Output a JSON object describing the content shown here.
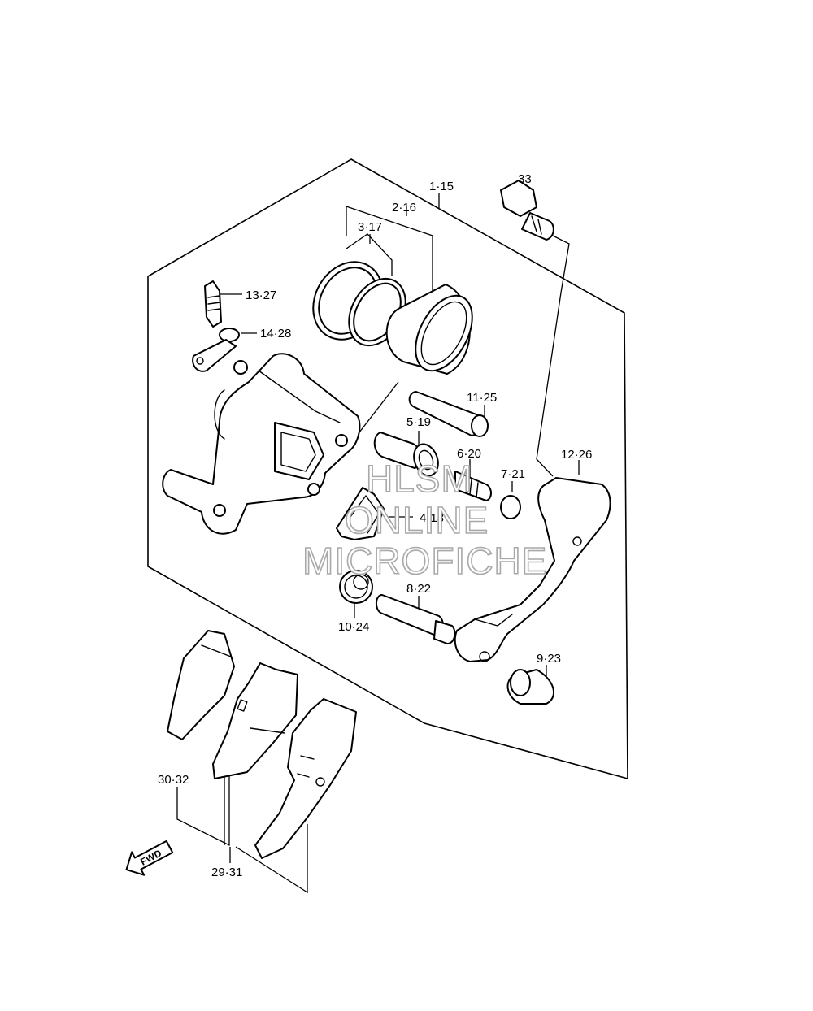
{
  "labels": {
    "l1": "1·15",
    "l2": "2·16",
    "l3": "3·17",
    "l4": "4·18",
    "l5": "5·19",
    "l6": "6·20",
    "l7": "7·21",
    "l8": "8·22",
    "l9": "9·23",
    "l10": "10·24",
    "l11": "11·25",
    "l12": "12·26",
    "l13": "13·27",
    "l14": "14·28",
    "l29": "29·31",
    "l30": "30·32",
    "l33": "33"
  },
  "fwd": "FWD",
  "watermark": [
    "HLSM",
    "ONLINE",
    "MICROFICHE"
  ]
}
